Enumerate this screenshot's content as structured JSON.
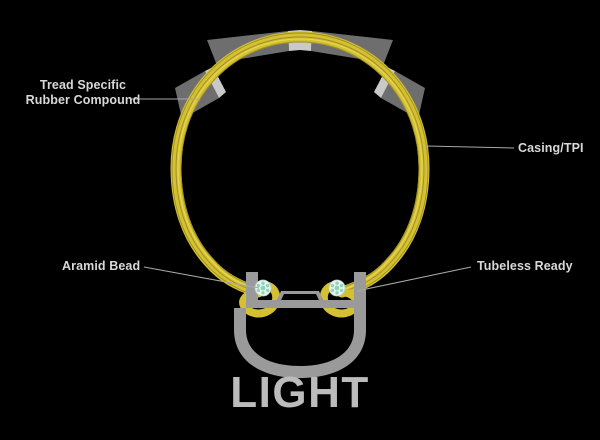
{
  "diagram": {
    "title_wordmark": "LIGHT",
    "background_color": "#000000",
    "subject": "bicycle tire cross-section",
    "colors": {
      "background": "#000000",
      "casing_yellow": "#d4c033",
      "casing_yellow_light": "#e8d756",
      "tread_dark_gray": "#6e6e6e",
      "tread_light_gray": "#c9c9c9",
      "rim_gray": "#9a9a9a",
      "bead_fill": "#e8f5ef",
      "bead_detail": "#7fd0b0",
      "label_text": "#d8d8d8",
      "leader_line": "#a8a8a8",
      "wordmark_text": "#bcbcbc"
    },
    "callouts": [
      {
        "id": "tread",
        "label": "Tread Specific\nRubber Compound",
        "points_to": "tread-block-left"
      },
      {
        "id": "casing",
        "label": "Casing/TPI",
        "points_to": "casing-sidewall-right"
      },
      {
        "id": "aramid",
        "label": "Aramid Bead",
        "points_to": "bead-left"
      },
      {
        "id": "tubeless",
        "label": "Tubeless Ready",
        "points_to": "rim-bead-seat-right"
      }
    ]
  }
}
